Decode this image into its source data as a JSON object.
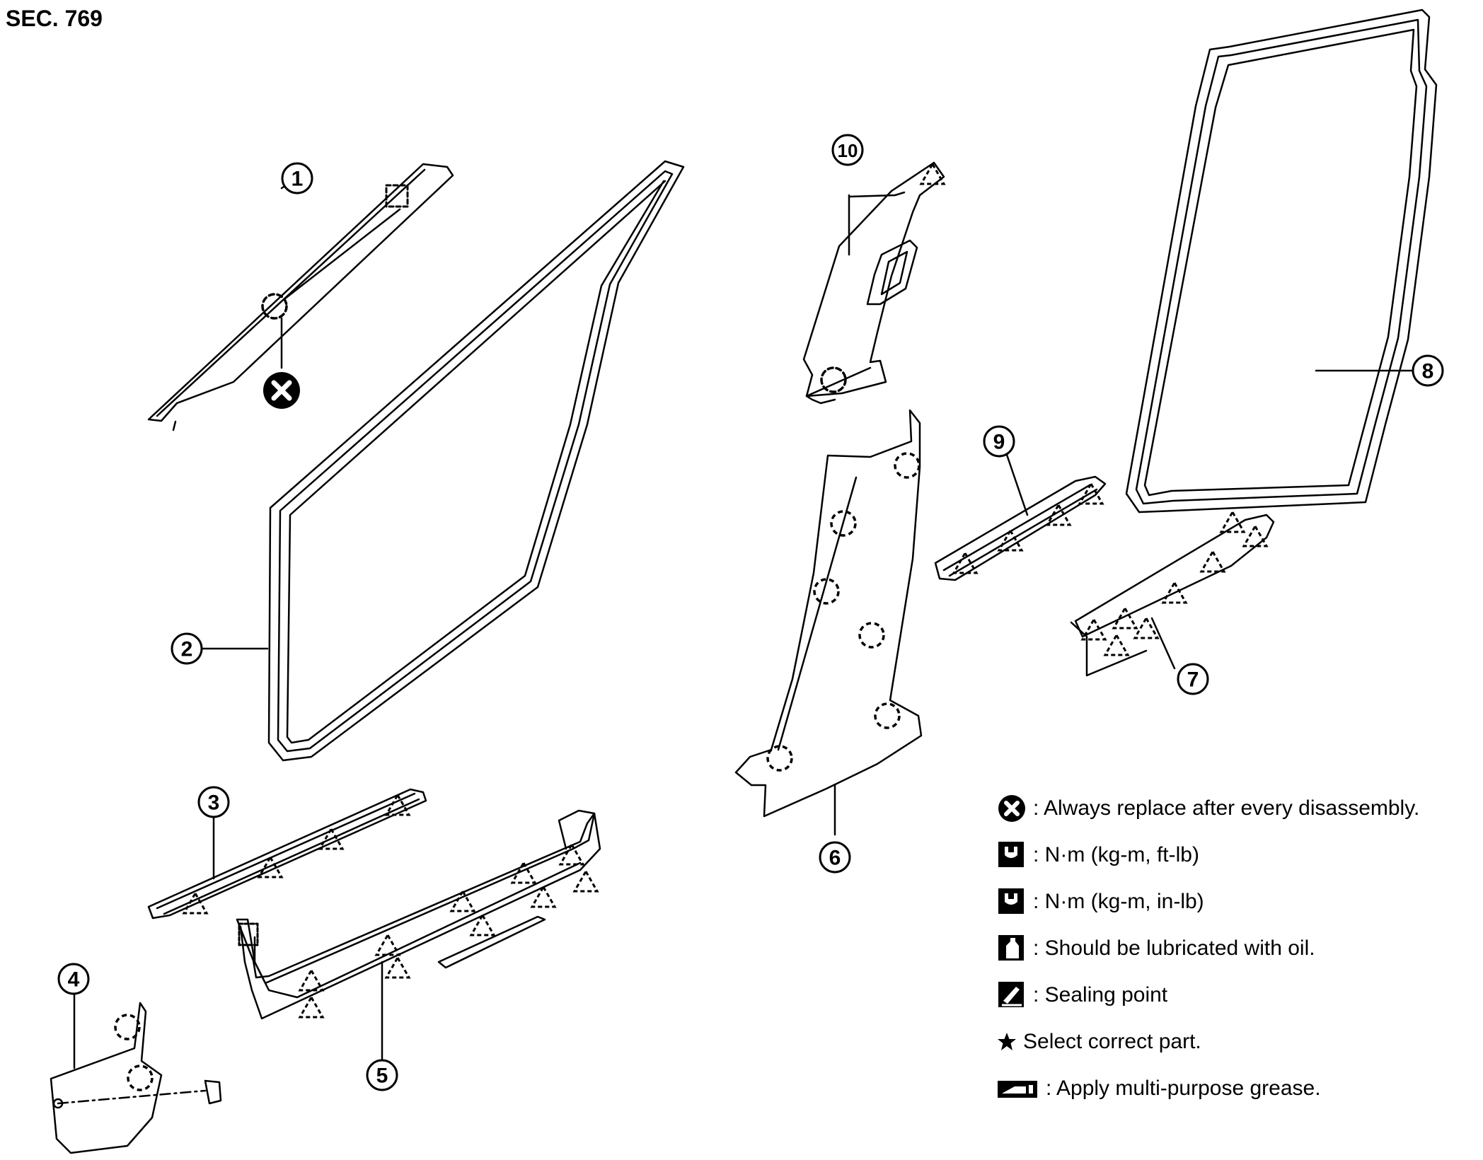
{
  "section": "SEC. 769",
  "callouts": [
    "1",
    "2",
    "3",
    "4",
    "5",
    "6",
    "7",
    "8",
    "9",
    "10"
  ],
  "legend": [
    {
      "icon": "always-replace-icon",
      "text": ": Always replace after every disassembly."
    },
    {
      "icon": "torque-ftlb-icon",
      "text": ": N·m (kg-m, ft-lb)"
    },
    {
      "icon": "torque-inlb-icon",
      "text": ": N·m (kg-m, in-lb)"
    },
    {
      "icon": "oil-can-icon",
      "text": ": Should be lubricated with oil."
    },
    {
      "icon": "sealing-point-icon",
      "text": ": Sealing point"
    },
    {
      "icon": "star-icon",
      "text": "Select correct part."
    },
    {
      "icon": "grease-gun-icon",
      "text": ": Apply multi-purpose grease."
    }
  ]
}
